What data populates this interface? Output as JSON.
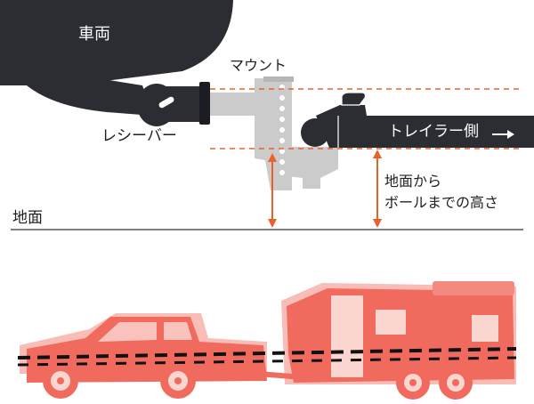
{
  "labels": {
    "vehicle": "車両",
    "mount": "マウント",
    "receiver_bar": "レシーバー",
    "trailer_side": "トレイラー側",
    "ground": "地面",
    "height_line1": "地面から",
    "height_line2": "ボールまでの高さ"
  },
  "icons": {
    "trailer_direction": "arrow-right-icon",
    "measure": "double-arrow-vertical-icon"
  },
  "colors": {
    "dark": "#2b2d33",
    "mount_gray": "#cbcbcb",
    "accent_orange": "#e8632a",
    "illustration_red": "#f06a5e",
    "illustration_light": "#f7a79f",
    "ground_line": "#555555"
  }
}
